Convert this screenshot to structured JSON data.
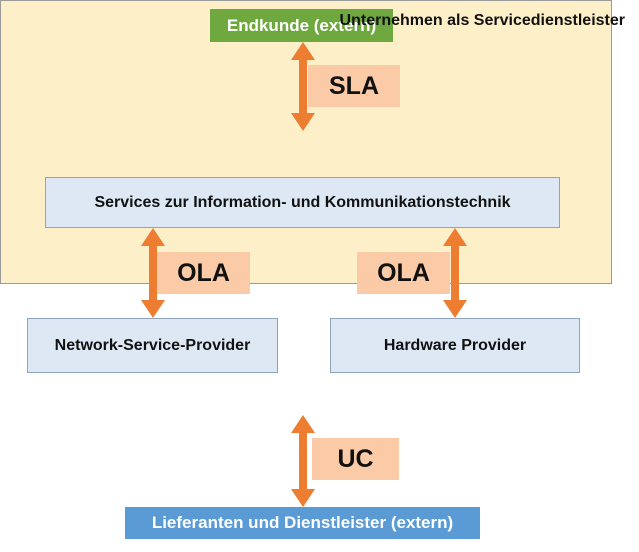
{
  "diagram": {
    "customer": "Endkunde (extern)",
    "company_title": "Unternehmen als Servicedienstleister",
    "services": "Services zur Information- und Kommunikationstechnik",
    "network_provider": "Network-Service-Provider",
    "hardware_provider": "Hardware Provider",
    "suppliers": "Lieferanten und Dienstleister (extern)",
    "labels": {
      "sla": "SLA",
      "ola_left": "OLA",
      "ola_right": "OLA",
      "uc": "UC"
    }
  },
  "colors": {
    "customer_bg": "#6fa83f",
    "suppliers_bg": "#5b9bd5",
    "company_bg": "#fdf0c8",
    "inner_box_bg": "#dde8f4",
    "label_bg": "#fbcba8",
    "arrow": "#ed7d31"
  }
}
